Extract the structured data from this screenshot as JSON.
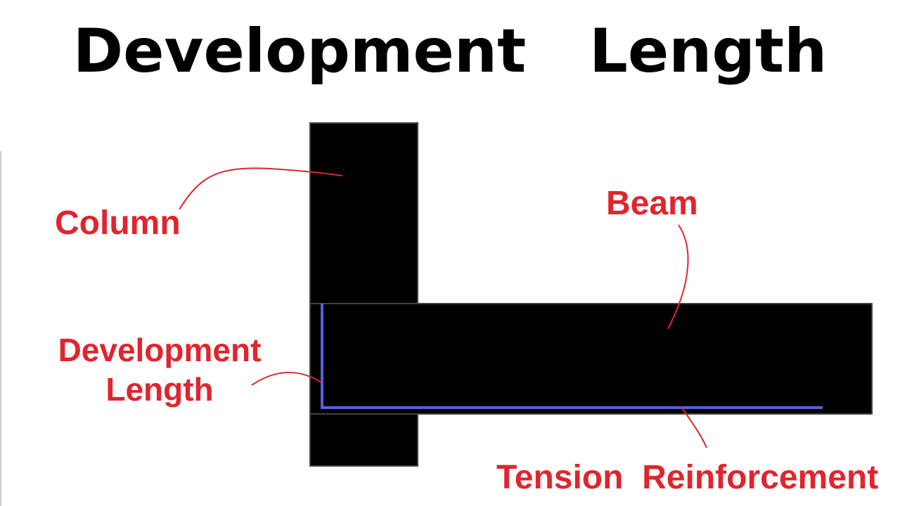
{
  "title": "Development   Length",
  "labels": {
    "column": "Column",
    "beam": "Beam",
    "development_line1": "Development",
    "development_line2": "Length",
    "tension": "Tension  Reinforcement"
  },
  "colors": {
    "member_fill": "#000000",
    "label_color": "#e0252e",
    "leader_color": "#e0252e",
    "reinforcement_color": "#5560e0"
  }
}
